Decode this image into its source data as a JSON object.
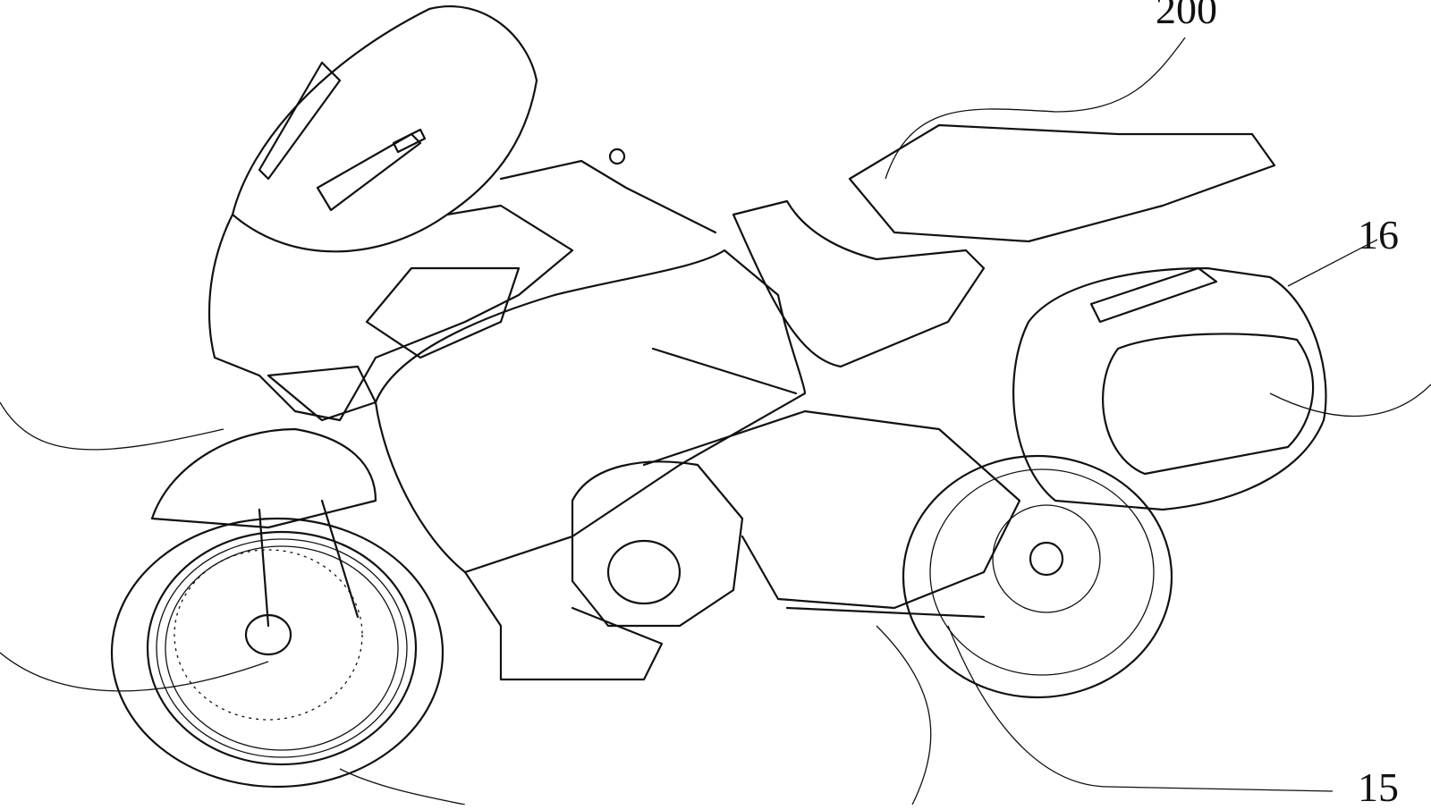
{
  "figure": {
    "type": "patent line drawing",
    "subject": "motorcycle",
    "line_color": "#111111",
    "background": "#ffffff",
    "reference_labels": [
      {
        "id": "200"
      },
      {
        "id": "16"
      },
      {
        "id": "15"
      }
    ]
  }
}
